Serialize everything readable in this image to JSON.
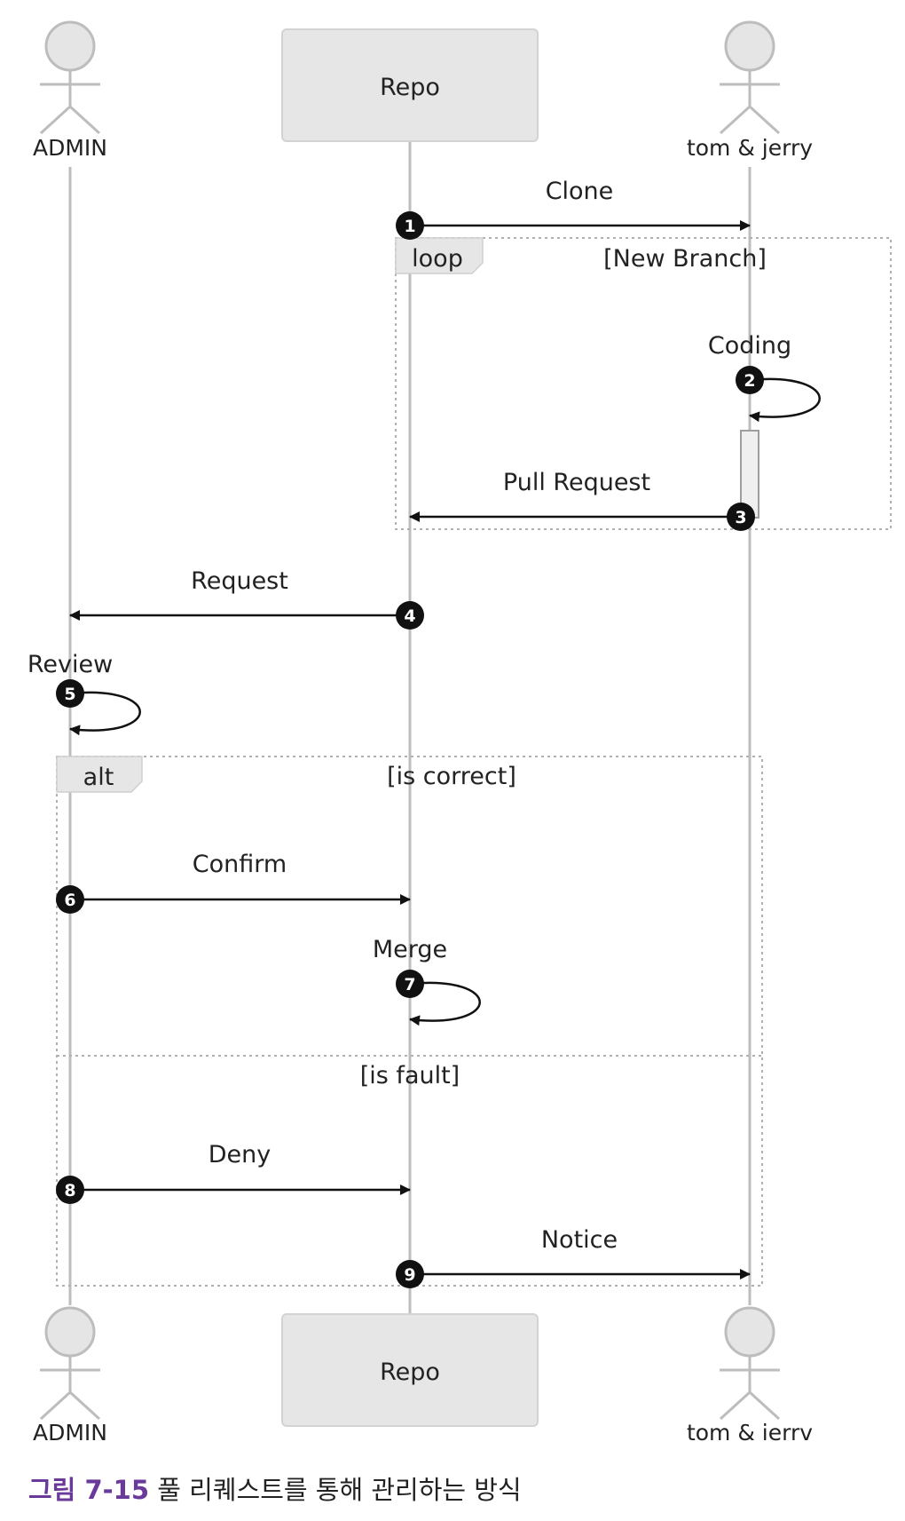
{
  "participants": {
    "admin": {
      "label": "ADMIN",
      "type": "actor"
    },
    "repo": {
      "label": "Repo",
      "type": "box"
    },
    "tom": {
      "label": "tom & jerry",
      "type": "actor"
    }
  },
  "participants_bottom": {
    "admin": "ADMIN",
    "repo": "Repo",
    "tom": "tom & ierrv"
  },
  "messages": [
    {
      "n": "1",
      "label": "Clone",
      "from": "repo",
      "to": "tom"
    },
    {
      "n": "2",
      "label": "Coding",
      "from": "tom",
      "to": "tom"
    },
    {
      "n": "3",
      "label": "Pull Request",
      "from": "tom",
      "to": "repo"
    },
    {
      "n": "4",
      "label": "Request",
      "from": "repo",
      "to": "admin"
    },
    {
      "n": "5",
      "label": "Review",
      "from": "admin",
      "to": "admin"
    },
    {
      "n": "6",
      "label": "Confirm",
      "from": "admin",
      "to": "repo"
    },
    {
      "n": "7",
      "label": "Merge",
      "from": "repo",
      "to": "repo"
    },
    {
      "n": "8",
      "label": "Deny",
      "from": "admin",
      "to": "repo"
    },
    {
      "n": "9",
      "label": "Notice",
      "from": "repo",
      "to": "tom"
    }
  ],
  "frames": {
    "loop": {
      "tag": "loop",
      "condition": "[New Branch]"
    },
    "alt": {
      "tag": "alt",
      "condition": "[is correct]",
      "else_condition": "[is fault]"
    }
  },
  "caption": {
    "figure": "그림 7-15",
    "text": " 풀 리퀘스트를 통해 관리하는 방식"
  }
}
